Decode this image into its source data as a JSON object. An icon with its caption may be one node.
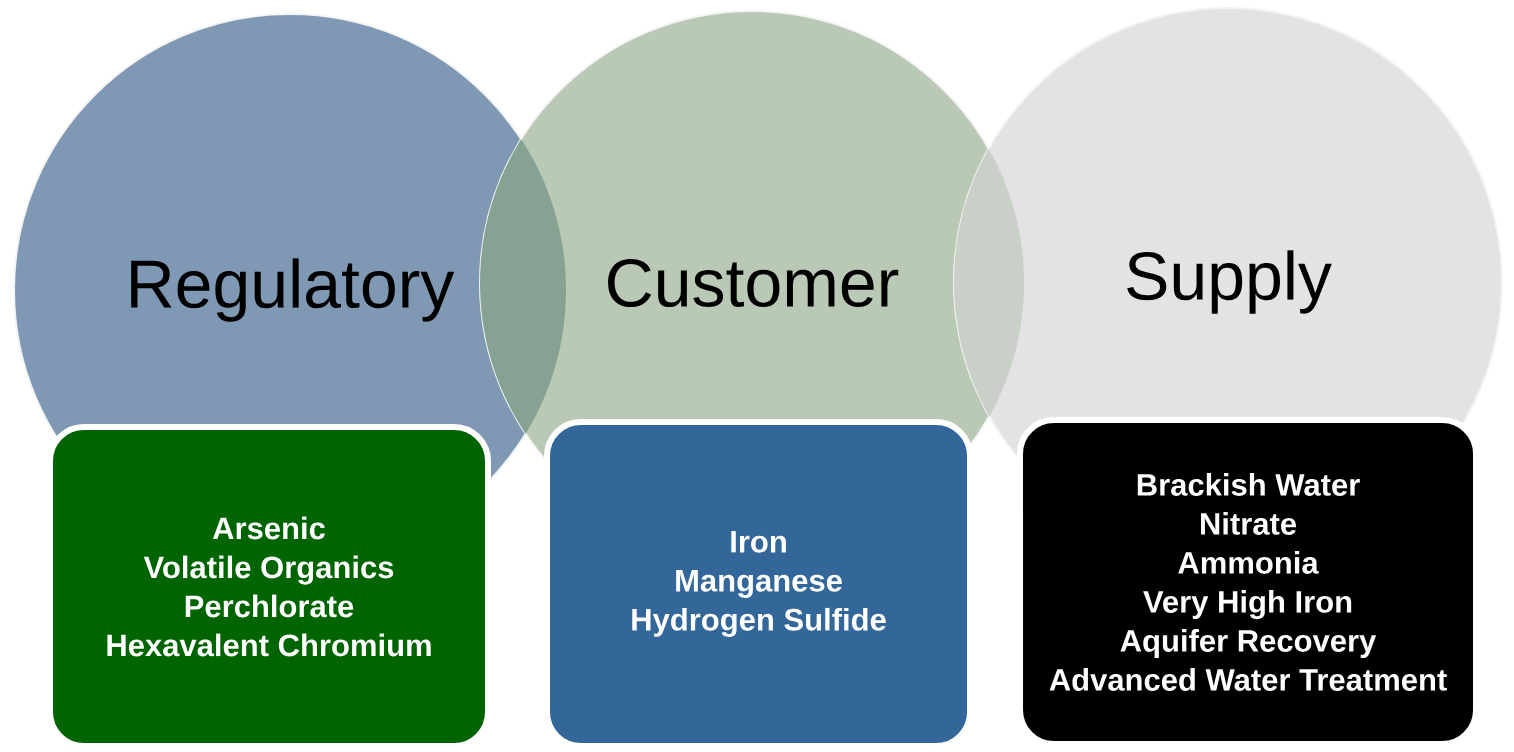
{
  "diagram": {
    "nodes": [
      {
        "text": [
          "Regulatory"
        ]
      },
      {
        "text": [
          "Customer"
        ]
      },
      {
        "text": [
          "Supply"
        ]
      },
      {
        "text": [
          "Arsenic",
          "Volatile Organics",
          "Perchlorate",
          "Hexavalent Chromium"
        ]
      },
      {
        "text": [
          "Iron",
          "Manganese",
          "Hydrogen Sulfide"
        ]
      },
      {
        "text": [
          "Brackish Water",
          "Nitrate",
          "Ammonia",
          "Very High Iron",
          "Aquifer Recovery",
          "Advanced Water Treatment"
        ]
      }
    ]
  }
}
